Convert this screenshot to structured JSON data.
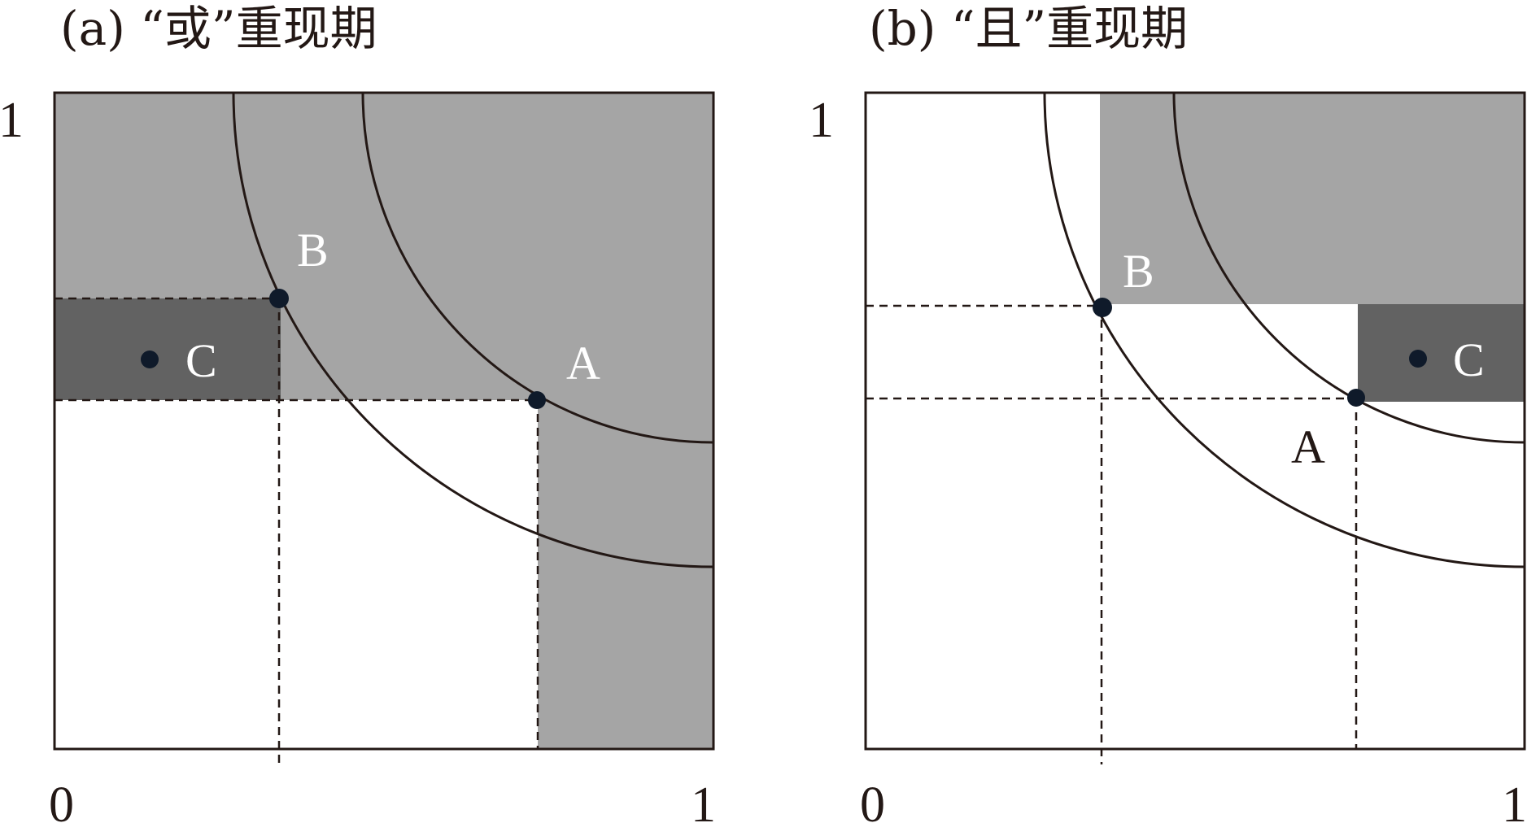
{
  "panels": [
    {
      "title": "(a) “或”重现期",
      "ticks": {
        "x0": "0",
        "x1": "1",
        "y1": "1"
      },
      "points": {
        "A": "A",
        "B": "B",
        "C": "C"
      }
    },
    {
      "title": "(b) “且”重现期",
      "ticks": {
        "x0": "0",
        "x1": "1",
        "y1": "1"
      },
      "points": {
        "A": "A",
        "B": "B",
        "C": "C"
      }
    }
  ],
  "colors": {
    "region_light": "#a5a5a5",
    "region_dark": "#626262",
    "line": "#231815",
    "point": "#0f1a2a",
    "background": "#ffffff"
  }
}
